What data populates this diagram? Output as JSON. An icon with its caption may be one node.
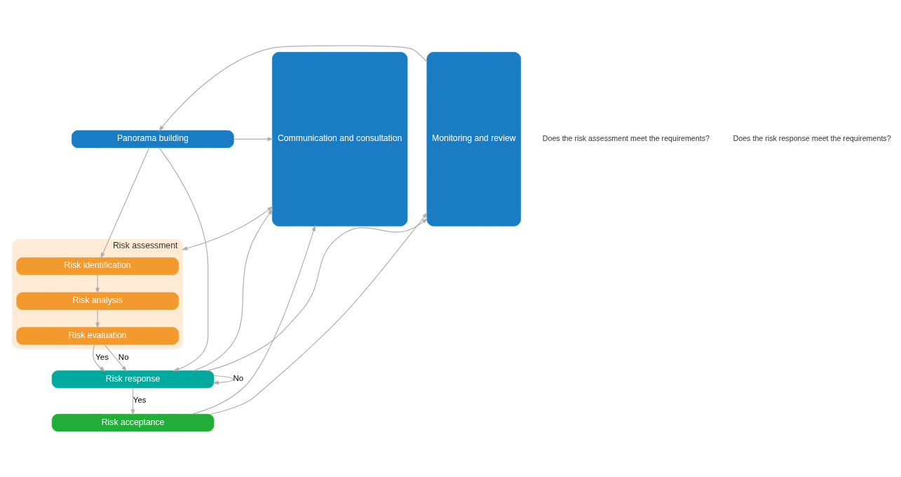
{
  "diagram": {
    "nodes": [
      {
        "text": [
          "Panorama building"
        ]
      },
      {
        "text": [
          "Risk assessment"
        ]
      },
      {
        "text": [
          "Risk identification"
        ],
        "in": 1
      },
      {
        "text": [
          "Risk analysis"
        ],
        "in": 1
      },
      {
        "text": [
          "Risk evaluation"
        ],
        "in": 1
      },
      {
        "text": [
          "Risk response"
        ]
      },
      {
        "text": [
          "Risk acceptance"
        ]
      },
      {
        "text": [
          "Communication and consultation"
        ]
      },
      {
        "text": [
          "Monitoring and review"
        ]
      }
    ],
    "edges": [
      {
        "from": 0,
        "to": 7,
        "arrow": "to"
      },
      {
        "from": 0,
        "to": 2,
        "arrow": "to"
      },
      {
        "from": 2,
        "to": 3,
        "arrow": "to"
      },
      {
        "from": 3,
        "to": 4,
        "arrow": "to"
      },
      {
        "from": 7,
        "to": 1,
        "arrow": "both"
      },
      {
        "from": 4,
        "to": 5,
        "arrow": "to",
        "label": "Yes"
      },
      {
        "from": 0,
        "to": 5,
        "arrow": "to"
      },
      {
        "from": 4,
        "to": 5,
        "arrow": "to",
        "label": "No"
      },
      {
        "from": 5,
        "to": 5,
        "arrow": "to",
        "label": "No"
      },
      {
        "from": 5,
        "to": 7,
        "arrow": "to"
      },
      {
        "from": 5,
        "to": 8,
        "arrow": "to"
      },
      {
        "from": 5,
        "to": 6,
        "arrow": "to",
        "label": "Yes"
      },
      {
        "from": 6,
        "to": 7,
        "arrow": "to"
      },
      {
        "from": 6,
        "to": 8,
        "arrow": "to"
      },
      {
        "from": 8,
        "to": 0,
        "arrow": "to"
      }
    ],
    "labels": [
      "Does the risk assessment meet the requirements?",
      "Does the risk response meet the requirements?"
    ]
  }
}
